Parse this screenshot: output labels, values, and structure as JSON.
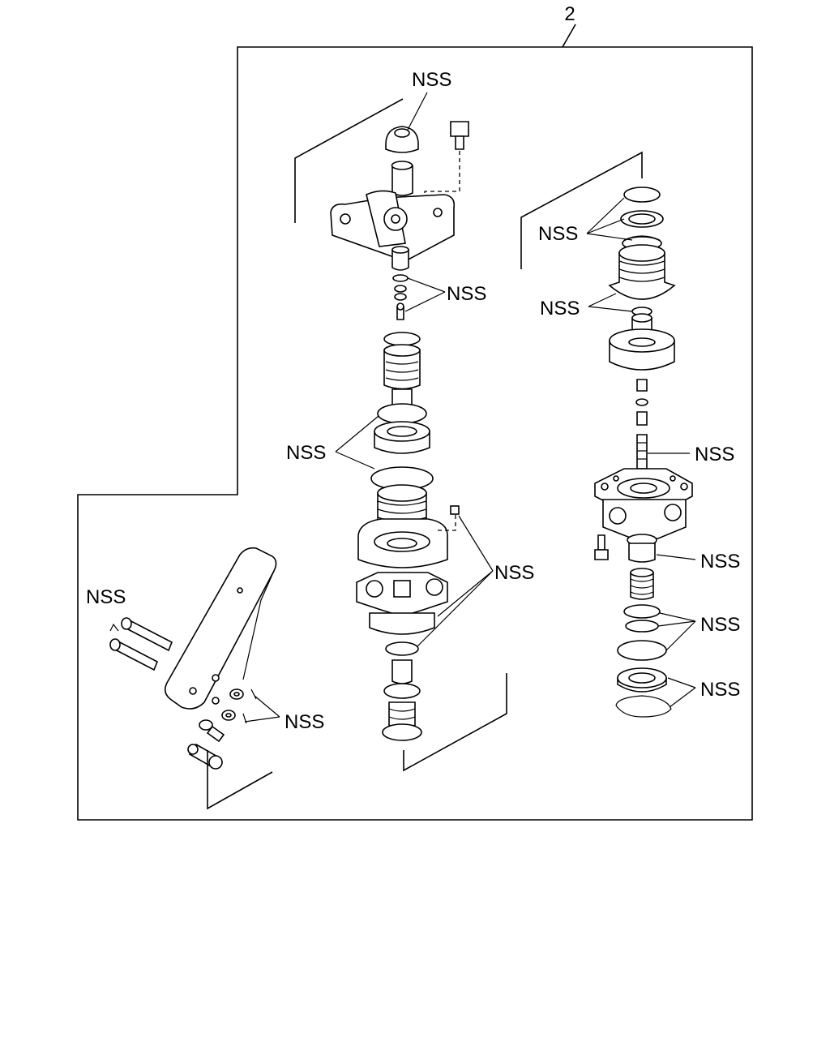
{
  "diagram": {
    "callout_number": "2",
    "labels": {
      "top_cap": "NSS",
      "upper_piston_seals": "NSS",
      "middle_seals": "NSS",
      "body_fittings": "NSS",
      "pedal_pins": "NSS",
      "pedal_pins_clips": "NSS",
      "right_top_seals": "NSS",
      "right_diaphragm": "NSS",
      "right_stem": "NSS",
      "right_lower_seal": "NSS",
      "right_lower_rings": "NSS",
      "right_bottom_rings": "NSS"
    }
  }
}
